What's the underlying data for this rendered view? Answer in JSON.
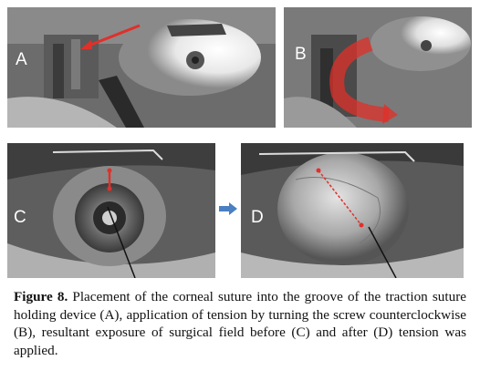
{
  "panels": [
    {
      "letter": "A"
    },
    {
      "letter": "B"
    },
    {
      "letter": "C"
    },
    {
      "letter": "D"
    }
  ],
  "caption": {
    "label": "Figure 8.",
    "text": " Placement of the corneal suture into the groove of the traction suture holding device (A), application of tension by turning the screw counterclockwise (B), resultant exposure of surgical field before (C) and after (D) tension was applied."
  },
  "colors": {
    "annotation_red": "#e0302a",
    "arrow_blue": "#4a7fc1"
  }
}
